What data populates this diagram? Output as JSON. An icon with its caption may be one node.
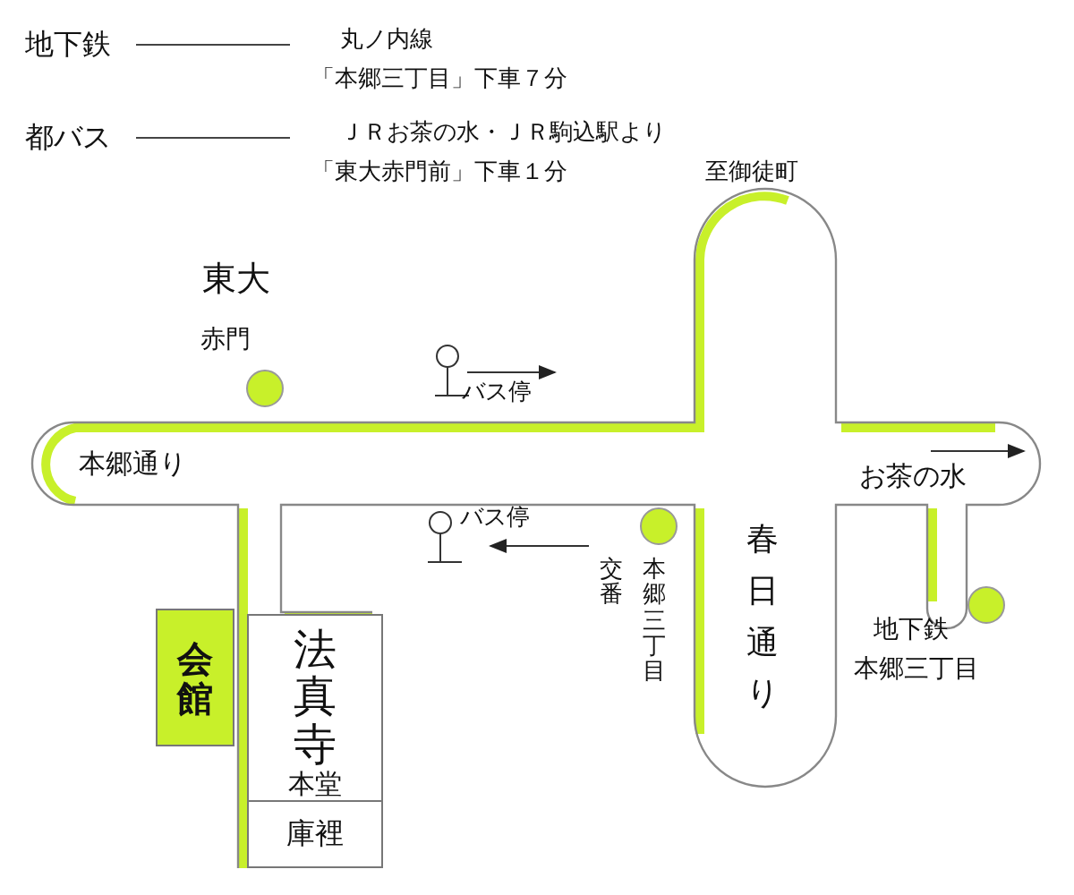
{
  "diagram": {
    "nodes": [
      {
        "text": [
          "地下鉄"
        ]
      },
      {
        "text": [
          "丸ノ内線",
          "「本郷三丁目」下車７分"
        ]
      },
      {
        "text": [
          "都バス"
        ]
      },
      {
        "text": [
          "ＪＲお茶の水・ＪＲ駒込駅より",
          "「東大赤門前」下車１分"
        ]
      },
      {
        "text": [
          "会館"
        ]
      },
      {
        "text": [
          "法真寺",
          "本堂"
        ]
      },
      {
        "text": [
          "庫裡"
        ]
      }
    ],
    "edges": [
      {
        "from": 0,
        "to": 1,
        "arrow": "none"
      },
      {
        "from": 2,
        "to": 3,
        "arrow": "none"
      }
    ],
    "labels": [
      "東大",
      "赤門",
      "バス停",
      "本郷通り",
      "至御徒町",
      "お茶の水",
      "バス停",
      "交番",
      "本郷三丁目",
      "春日通り",
      "地下鉄",
      "本郷三丁目"
    ]
  }
}
